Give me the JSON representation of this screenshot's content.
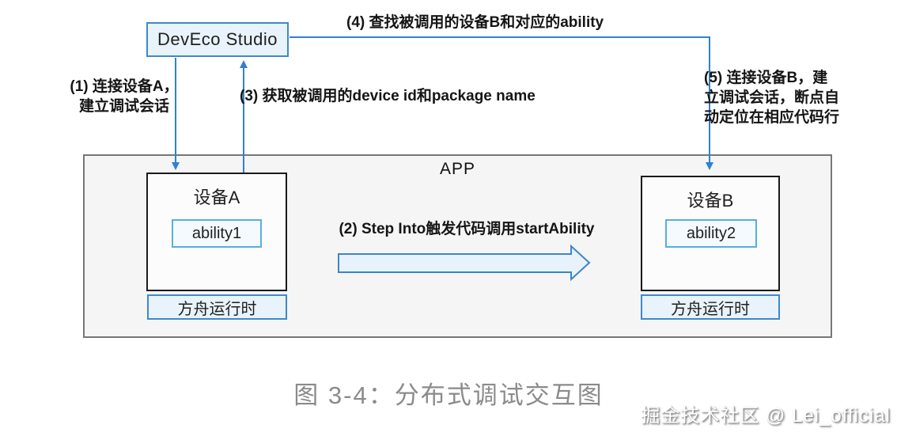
{
  "deveco": {
    "label": "DevEco Studio"
  },
  "app": {
    "label": "APP",
    "device_a": {
      "title": "设备A",
      "ability": "ability1",
      "runtime": "方舟运行时"
    },
    "device_b": {
      "title": "设备B",
      "ability": "ability2",
      "runtime": "方舟运行时"
    }
  },
  "steps": {
    "step1_line1": "(1) 连接设备A，",
    "step1_line2": "建立调试会话",
    "step2": "(2) Step Into触发代码调用startAbility",
    "step3": "(3) 获取被调用的device id和package name",
    "step4": "(4) 查找被调用的设备B和对应的ability",
    "step5_line1": "(5) 连接设备B，建",
    "step5_line2": "立调试会话，断点自",
    "step5_line3": "动定位在相应代码行"
  },
  "caption": "图 3-4：分布式调试交互图",
  "watermark": "掘金技术社区 @ Lei_official",
  "colors": {
    "arrow-blue": "#2e81d5",
    "box-blue-border": "#3d89cc",
    "box-blue-fill": "#e9f3fb",
    "ability-border": "#58aede",
    "ability-fill": "#f4fafe",
    "outer-border": "#777777",
    "outer-fill": "#f5f5f5",
    "caption-gray": "#8b8b8b"
  }
}
